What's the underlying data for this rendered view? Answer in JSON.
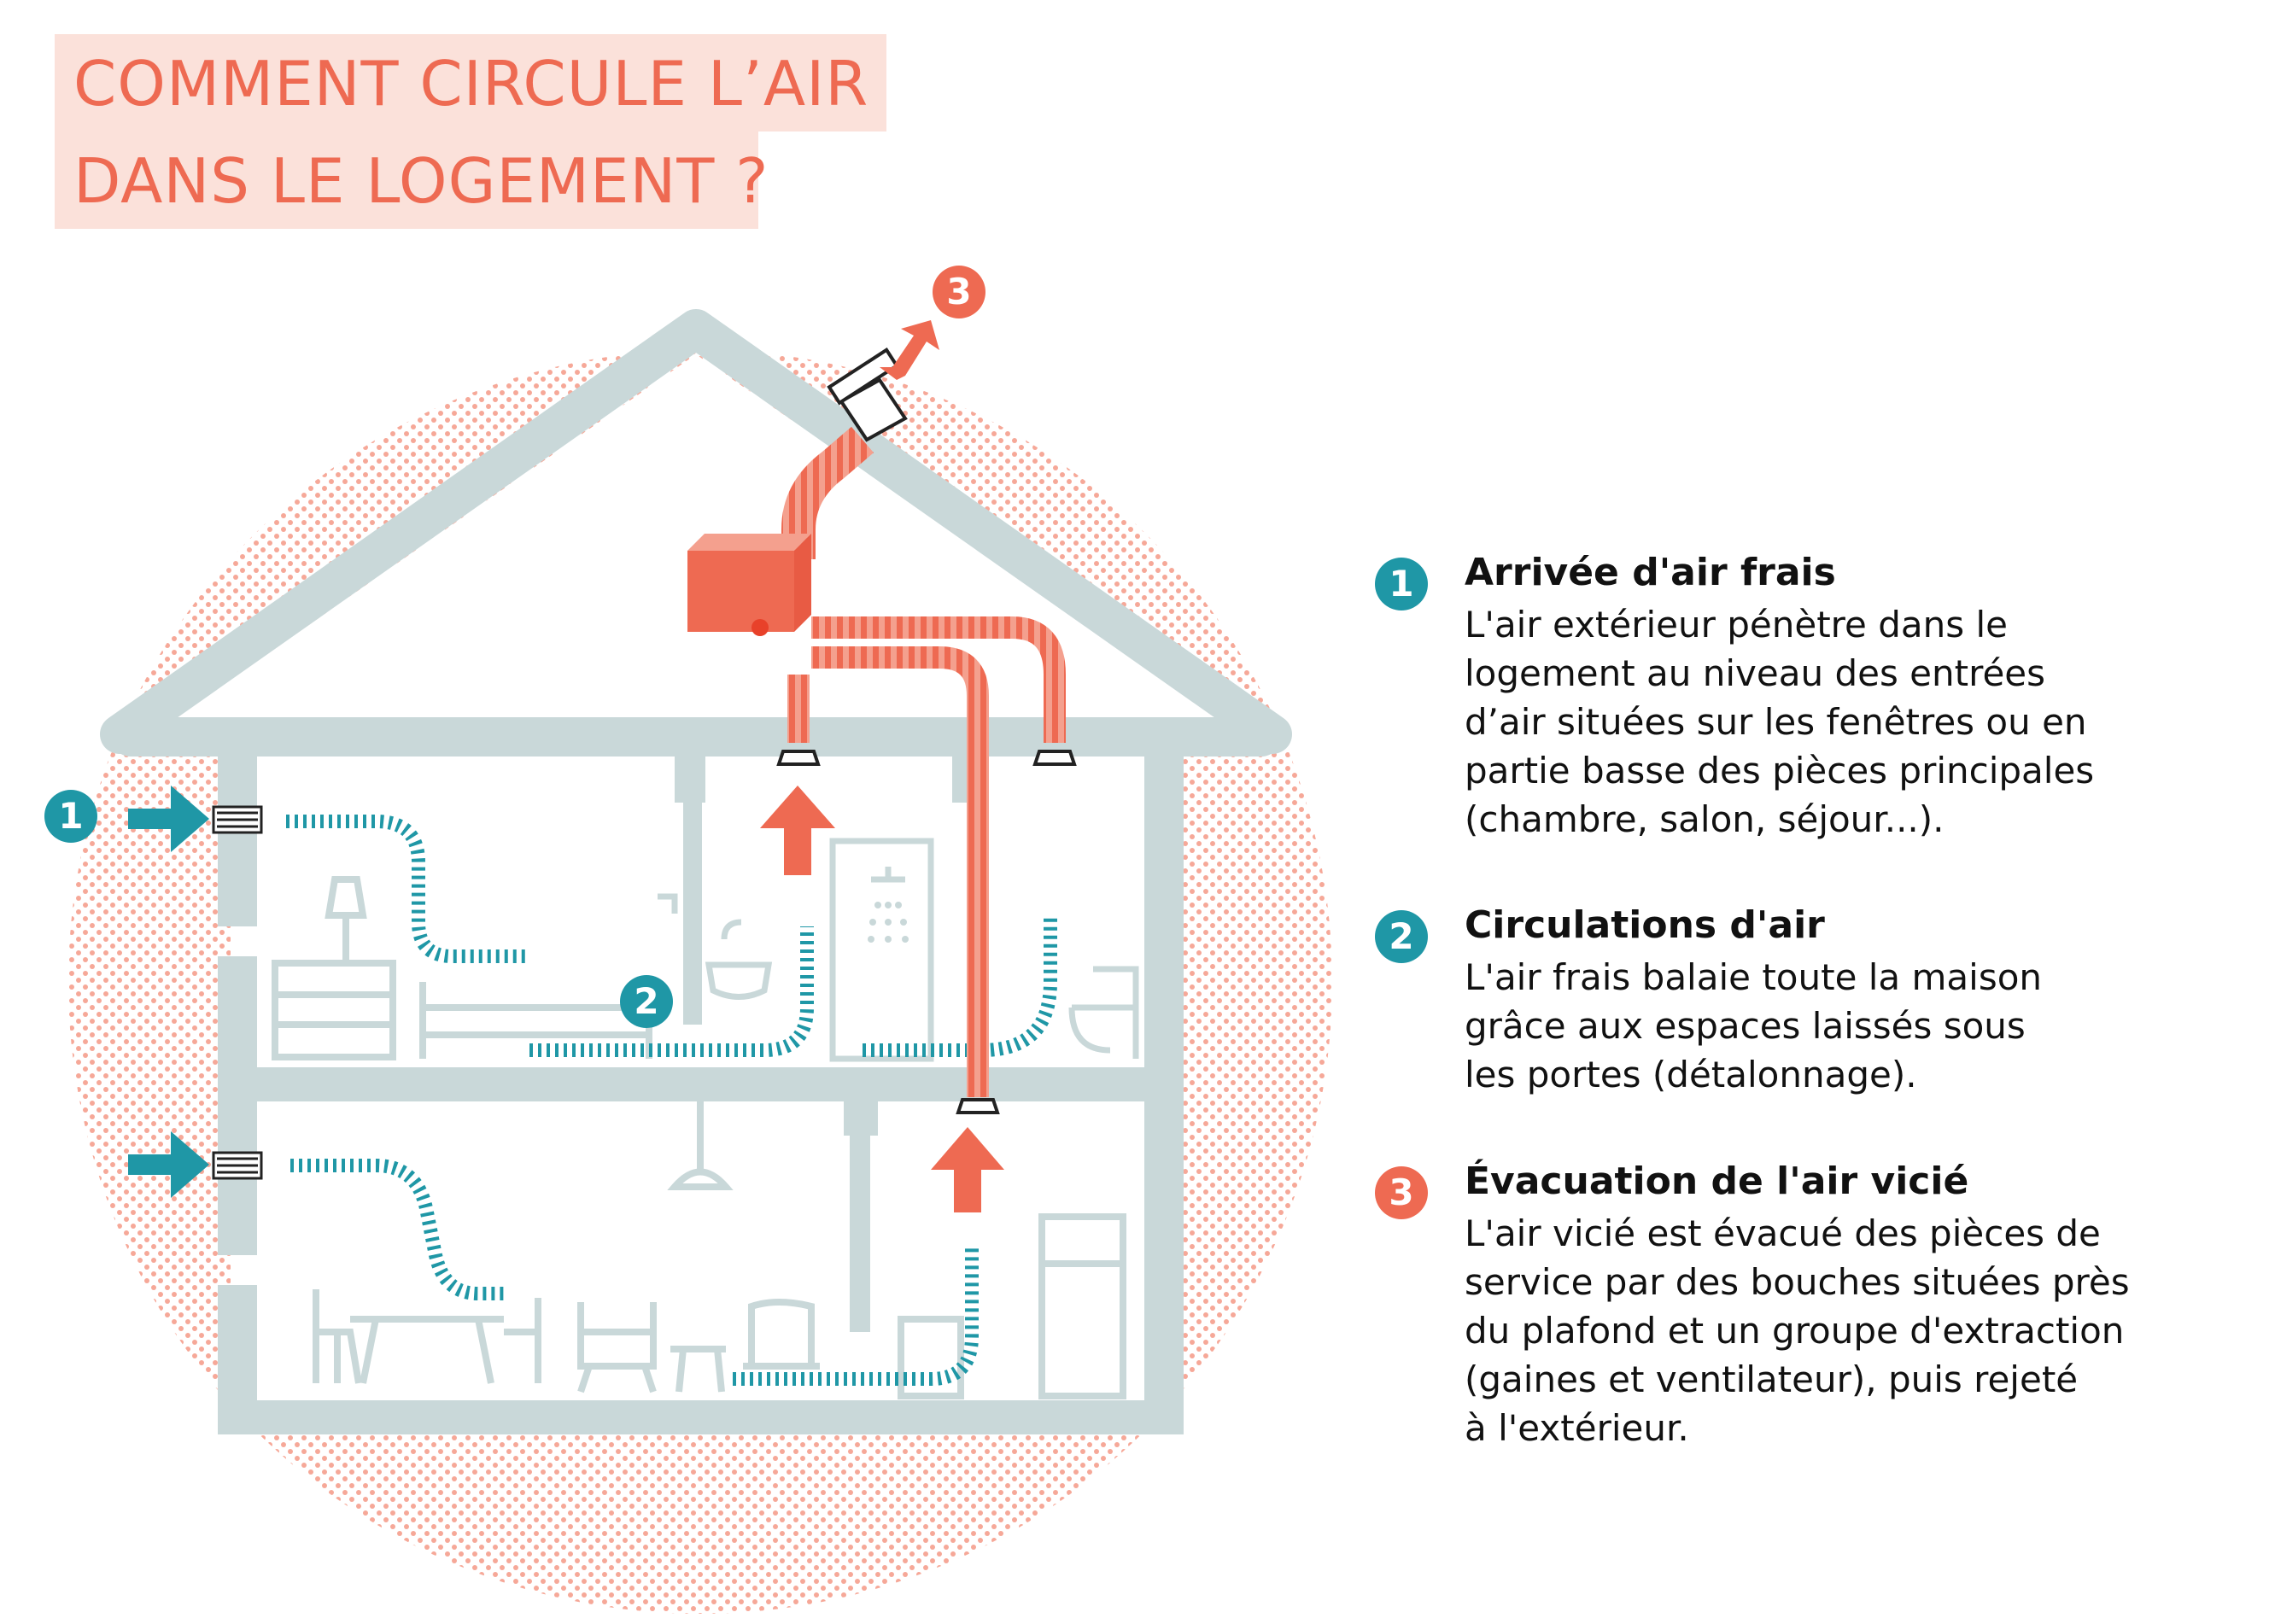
{
  "title": {
    "line1": "COMMENT CIRCULE L’AIR",
    "line2": "DANS LE LOGEMENT ?"
  },
  "colors": {
    "coral": "#ee6a52",
    "teal": "#1f97a6",
    "house": "#c9d8d9",
    "title_bg": "#fbe1da"
  },
  "badges": {
    "one": "1",
    "two": "2",
    "three": "3"
  },
  "legend": [
    {
      "number": "1",
      "color": "teal",
      "title": "Arrivée d'air frais",
      "text": "L'air extérieur pénètre dans le\nlogement au niveau des entrées\nd’air situées sur les fenêtres ou en\npartie basse des pièces principales\n(chambre, salon, séjour...)."
    },
    {
      "number": "2",
      "color": "teal",
      "title": "Circulations d'air",
      "text": "L'air frais balaie toute la maison\ngrâce aux espaces laissés sous\nles portes (détalonnage)."
    },
    {
      "number": "3",
      "color": "coral",
      "title": "Évacuation de l'air vicié",
      "text": "L'air vicié est évacué des pièces de\nservice par des bouches situées près\ndu plafond et un groupe d'extraction\n(gaines et ventilateur), puis rejeté\nà l'extérieur."
    }
  ]
}
